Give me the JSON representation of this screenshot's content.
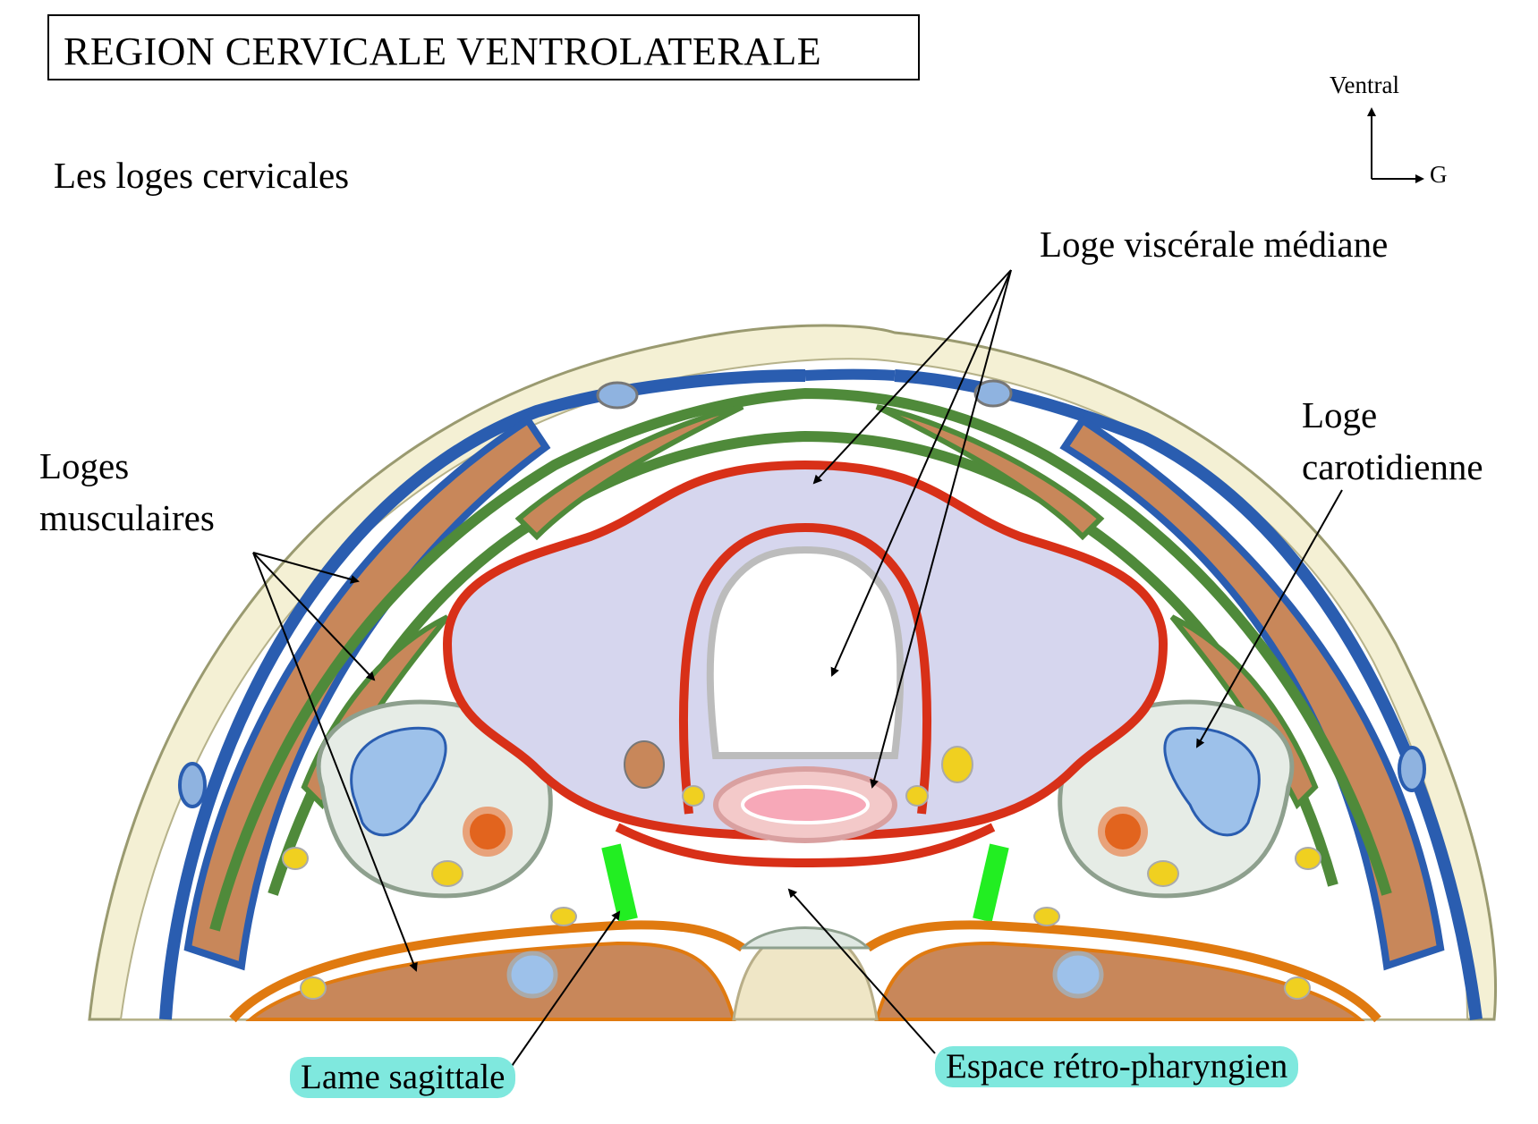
{
  "title": "REGION CERVICALE VENTROLATERALE",
  "subtitle": "Les loges cervicales",
  "orientation": {
    "up": "Ventral",
    "right": "G"
  },
  "labels": {
    "loge_viscerale": "Loge viscérale médiane",
    "loges_musculaires_1": "Loges",
    "loges_musculaires_2": "musculaires",
    "loge_carotidienne_1": "Loge",
    "loge_carotidienne_2": "carotidienne",
    "lame_sagittale": "Lame sagittale",
    "espace_retro": "Espace rétro-pharyngien"
  },
  "colors": {
    "muscle": "#c8875a",
    "vein": "#2a5db0",
    "fascia_green": "#4f8a3a",
    "visceral_red": "#d83018",
    "thyroid": "#d6d6ee",
    "sagittal": "#22ee22",
    "prevertebral": "#e07a10",
    "highlight": "#7fe8de",
    "skin": "#f2eed0"
  }
}
